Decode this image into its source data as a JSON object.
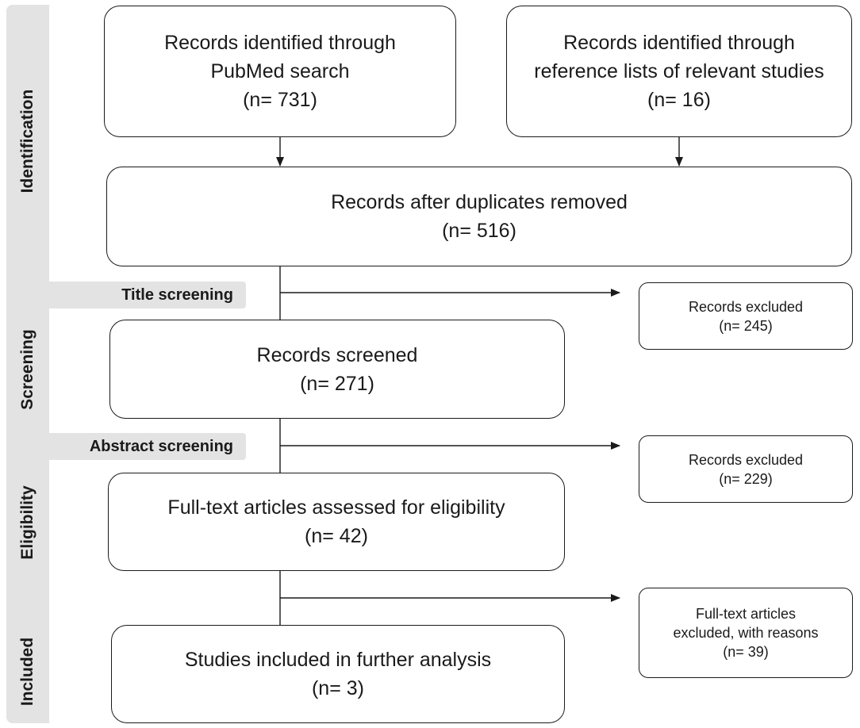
{
  "phases": {
    "identification": "Identification",
    "screening": "Screening",
    "eligibility": "Eligibility",
    "included": "Included"
  },
  "tabs": {
    "title_screening": "Title screening",
    "abstract_screening": "Abstract screening"
  },
  "boxes": {
    "pubmed": {
      "line1": "Records identified through",
      "line2": "PubMed search",
      "count": "(n= 731)"
    },
    "references": {
      "line1": "Records identified through",
      "line2": "reference lists of relevant studies",
      "count": "(n= 16)"
    },
    "dedup": {
      "line1": "Records after duplicates removed",
      "count": "(n= 516)"
    },
    "screened": {
      "line1": "Records screened",
      "count": "(n= 271)"
    },
    "fulltext": {
      "line1": "Full-text articles assessed for eligibility",
      "count": "(n= 42)"
    },
    "included": {
      "line1": "Studies included in further analysis",
      "count": "(n= 3)"
    },
    "excluded_title": {
      "line1": "Records excluded",
      "count": "(n= 245)"
    },
    "excluded_abstract": {
      "line1": "Records excluded",
      "count": "(n= 229)"
    },
    "excluded_fulltext": {
      "line1": "Full-text articles",
      "line2": "excluded, with reasons",
      "count": "(n= 39)"
    }
  }
}
